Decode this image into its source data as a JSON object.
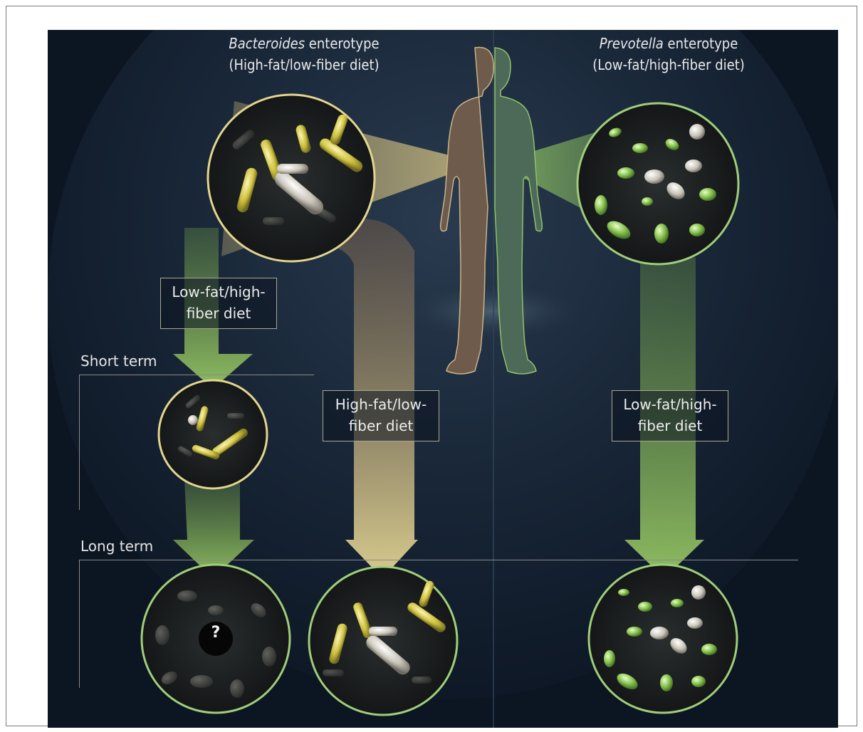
{
  "header_left": {
    "italic": "Bacteroides",
    "rest": " enterotype",
    "diet": "(High-fat/low-fiber diet)"
  },
  "header_right": {
    "italic": "Prevotella",
    "rest": " enterotype",
    "diet": "(Low-fat/high-fiber diet)"
  },
  "arrow_labels": {
    "left_top": [
      "Low-fat/high-",
      "fiber diet"
    ],
    "middle": [
      "High-fat/low-",
      "fiber diet"
    ],
    "right": [
      "Low-fat/high-",
      "fiber diet"
    ]
  },
  "phases": {
    "short_term": "Short term",
    "long_term": "Long term"
  },
  "unknown_mark": "?",
  "colors": {
    "background": "#0f1b2b",
    "bacteroides": "#d8cf6a",
    "prevotella": "#8fc26a",
    "arrow_green": "#86b85a",
    "arrow_tan": "#d9cc8c"
  }
}
